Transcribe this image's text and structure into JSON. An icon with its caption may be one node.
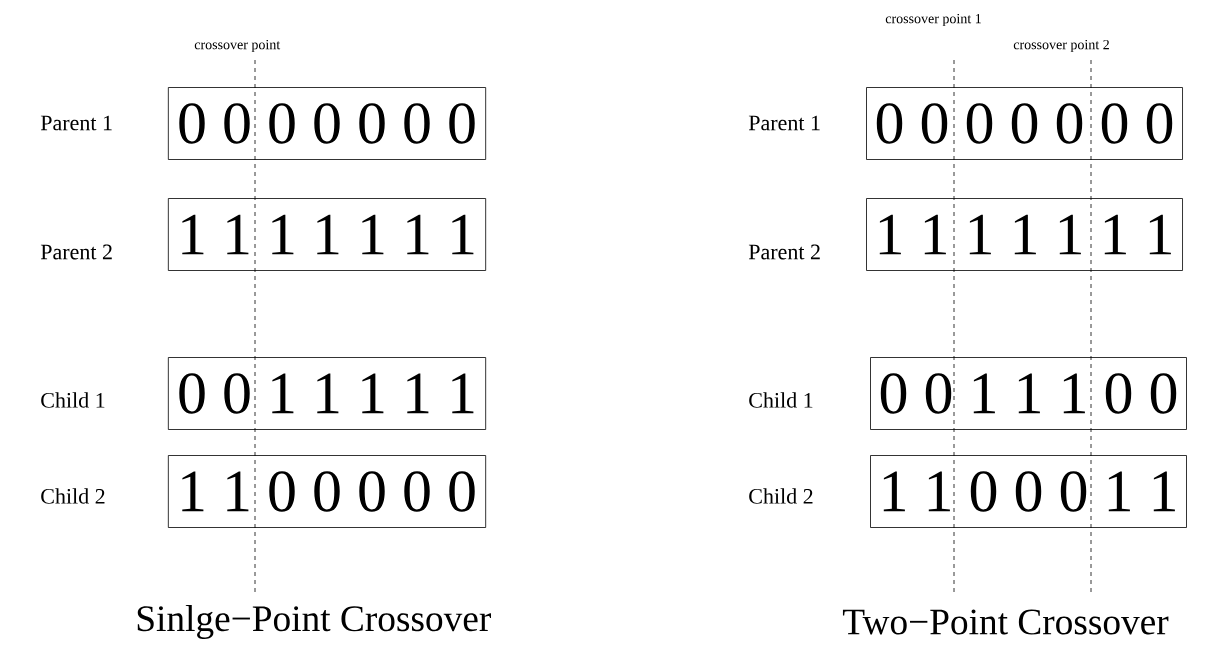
{
  "diagram": {
    "nodes": [
      {
        "text": [
          "0 0 0 0 0 0 0"
        ],
        "beside": [
          "Parent 1"
        ]
      },
      {
        "text": [
          "1 1 1 1 1 1 1"
        ],
        "beside": [
          "Parent 2"
        ]
      },
      {
        "text": [
          "0 0 1 1 1 1 1"
        ],
        "beside": [
          "Child 1"
        ]
      },
      {
        "text": [
          "1 1 0 0 0 0 0"
        ],
        "beside": [
          "Child 2"
        ]
      },
      {
        "text": [
          "0 0 0 0 0 0 0"
        ],
        "beside": [
          "Parent 1"
        ]
      },
      {
        "text": [
          "1 1 1 1 1 1 1"
        ],
        "beside": [
          "Parent 2"
        ]
      },
      {
        "text": [
          "0 0 1 1 1 0 0"
        ],
        "beside": [
          "Child 1"
        ]
      },
      {
        "text": [
          "1 1 0 0 0 1 1"
        ],
        "beside": [
          "Child 2"
        ]
      }
    ],
    "labels": [
      "crossover point",
      "Sinlge−Point Crossover",
      "crossover point 1",
      "crossover point 2",
      "Two−Point Crossover"
    ]
  }
}
